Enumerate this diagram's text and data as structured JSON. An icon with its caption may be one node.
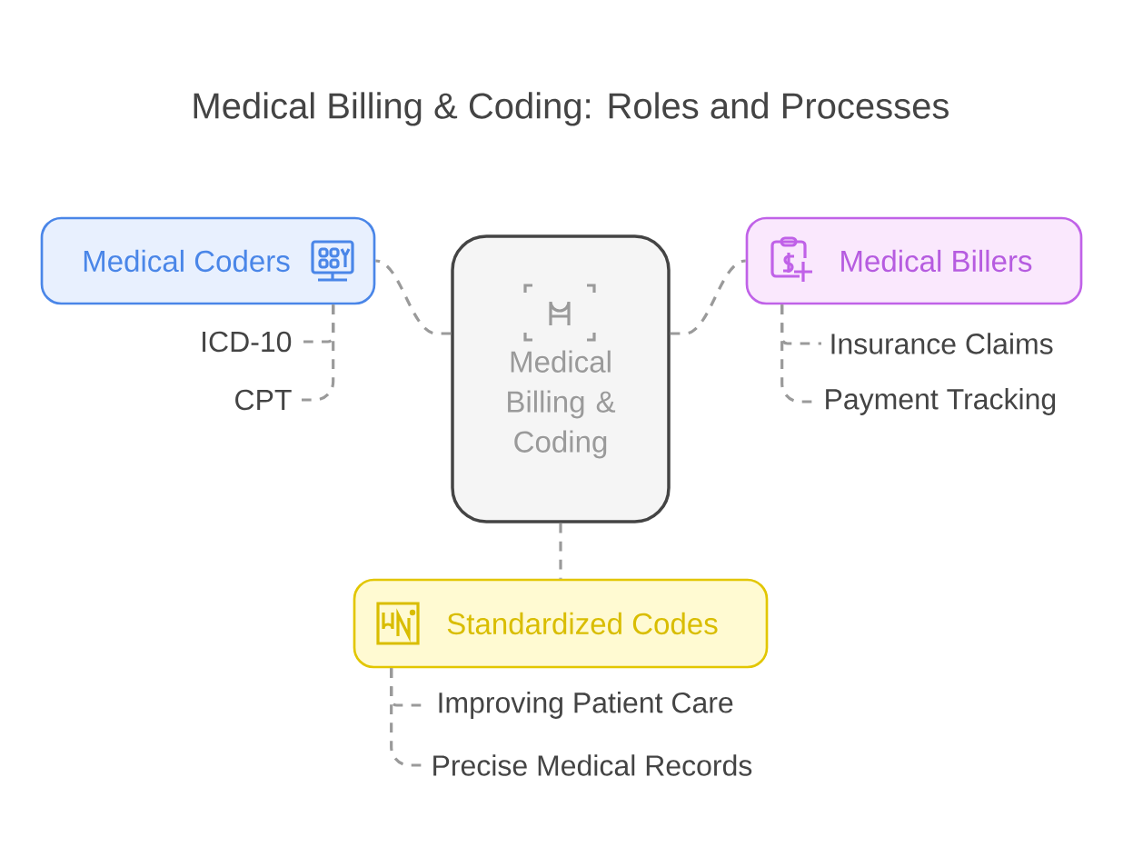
{
  "diagram": {
    "title": "Medical Billing & Coding: Roles and Processes",
    "nodes": [
      {
        "text": [
          "Medical Billing & Coding"
        ]
      },
      {
        "text": [
          "Medical Coders"
        ]
      },
      {
        "text": [
          "ICD-10"
        ]
      },
      {
        "text": [
          "CPT"
        ]
      },
      {
        "text": [
          "Medical Billers"
        ]
      },
      {
        "text": [
          "Insurance Claims"
        ]
      },
      {
        "text": [
          "Payment Tracking"
        ]
      },
      {
        "text": [
          "Standardized Codes"
        ]
      },
      {
        "text": [
          "Improving Patient Care"
        ]
      },
      {
        "text": [
          "Precise Medical Records"
        ]
      }
    ],
    "edges": [
      {
        "from": 0,
        "to": 1,
        "arrow": "none"
      },
      {
        "from": 1,
        "to": 2,
        "arrow": "none"
      },
      {
        "from": 1,
        "to": 3,
        "arrow": "none"
      },
      {
        "from": 0,
        "to": 4,
        "arrow": "none"
      },
      {
        "from": 4,
        "to": 5,
        "arrow": "none"
      },
      {
        "from": 4,
        "to": 6,
        "arrow": "none"
      },
      {
        "from": 0,
        "to": 7,
        "arrow": "none"
      },
      {
        "from": 7,
        "to": 8,
        "arrow": "none"
      },
      {
        "from": 7,
        "to": 9,
        "arrow": "none"
      }
    ]
  }
}
